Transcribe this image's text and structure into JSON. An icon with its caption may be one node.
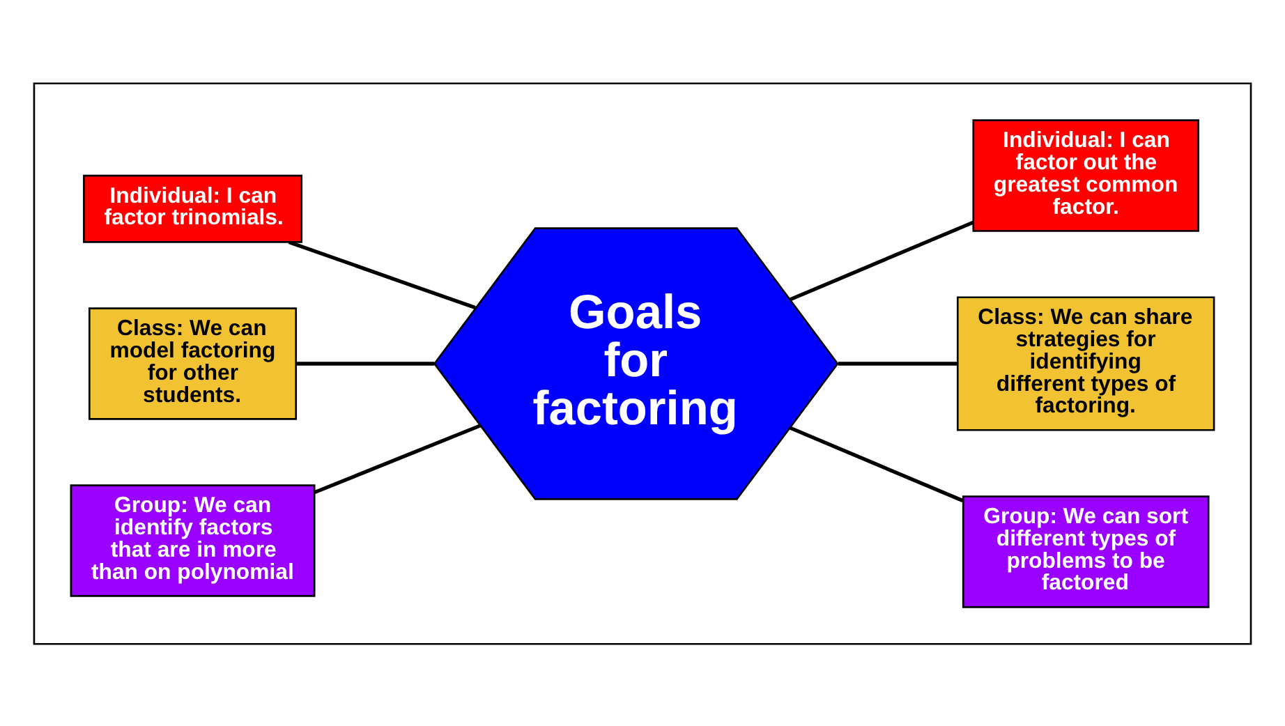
{
  "diagram": {
    "nodes": [
      {
        "text": [],
        "shape": "box"
      },
      {
        "text": [
          "Individual: I can factor trinomials."
        ],
        "in": 0
      },
      {
        "text": [
          "Group: We can sort different types of problems to be factored"
        ],
        "in": 0
      },
      {
        "text": [
          "Class: We can model factoring for other students."
        ],
        "in": 0
      },
      {
        "text": [
          "Goals for factoring"
        ],
        "in": 0
      },
      {
        "text": [
          "Class: We can share strategies for identifying different types of factoring."
        ],
        "in": 0
      },
      {
        "text": [
          "Group: We can identify factors that are in more than on polynomial"
        ],
        "in": 0
      },
      {
        "text": [
          "Individual: I can factor out the greatest common factor."
        ],
        "in": 0
      }
    ],
    "edges": [
      {
        "from": 1,
        "to": 4,
        "arrow": "none"
      },
      {
        "from": 4,
        "to": 2,
        "arrow": "none"
      },
      {
        "from": 3,
        "to": 4,
        "arrow": "none"
      },
      {
        "from": 4,
        "to": 5,
        "arrow": "none"
      },
      {
        "from": 6,
        "to": 4,
        "arrow": "none"
      },
      {
        "from": 4,
        "to": 7,
        "arrow": "none"
      }
    ]
  }
}
